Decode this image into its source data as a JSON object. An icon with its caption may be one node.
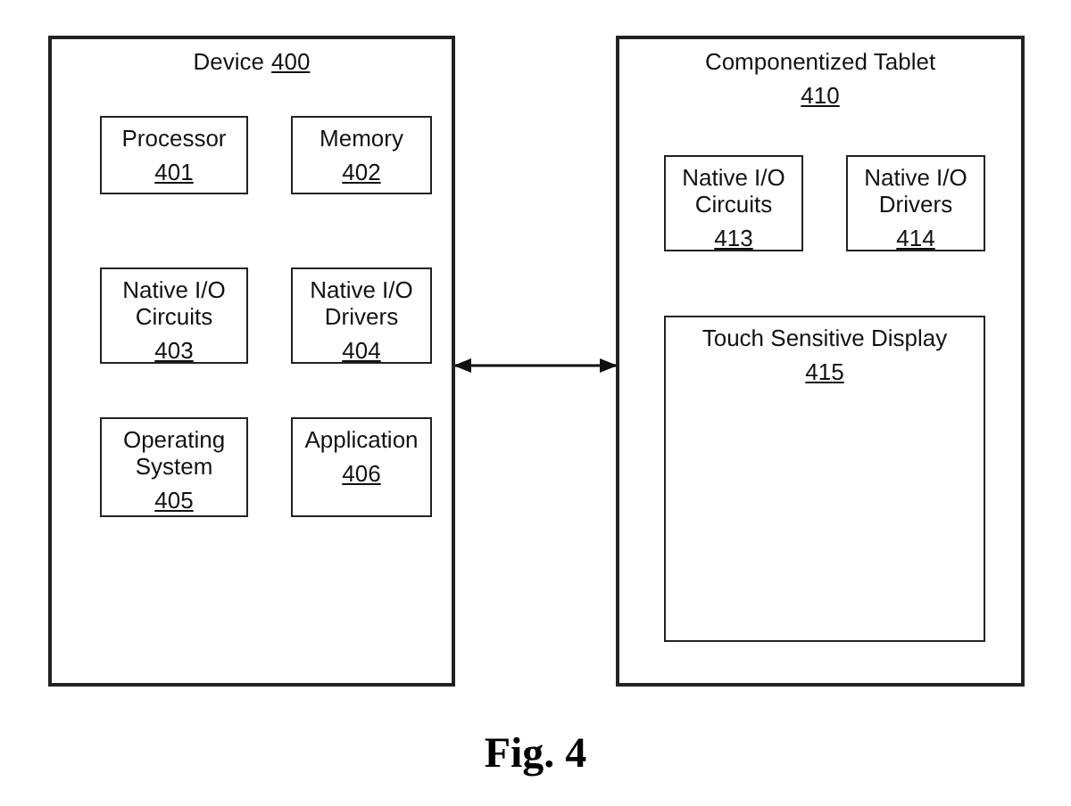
{
  "diagram": {
    "caption": "Fig. 4",
    "nodes": [
      {
        "text": [
          "Device",
          "400"
        ]
      },
      {
        "text": [
          "Processor",
          "401"
        ],
        "in": 0
      },
      {
        "text": [
          "Memory",
          "402"
        ],
        "in": 0
      },
      {
        "text": [
          "Native I/O Circuits",
          "403"
        ],
        "in": 0
      },
      {
        "text": [
          "Native I/O Drivers",
          "404"
        ],
        "in": 0
      },
      {
        "text": [
          "Operating System",
          "405"
        ],
        "in": 0
      },
      {
        "text": [
          "Application",
          "406"
        ],
        "in": 0
      },
      {
        "text": [
          "Componentized Tablet",
          "410"
        ]
      },
      {
        "text": [
          "Native I/O Circuits",
          "413"
        ],
        "in": 7
      },
      {
        "text": [
          "Native I/O Drivers",
          "414"
        ],
        "in": 7
      },
      {
        "text": [
          "Touch Sensitive Display",
          "415"
        ],
        "in": 7
      }
    ],
    "edges": [
      {
        "from": 0,
        "to": 7,
        "arrow": "both"
      }
    ]
  }
}
